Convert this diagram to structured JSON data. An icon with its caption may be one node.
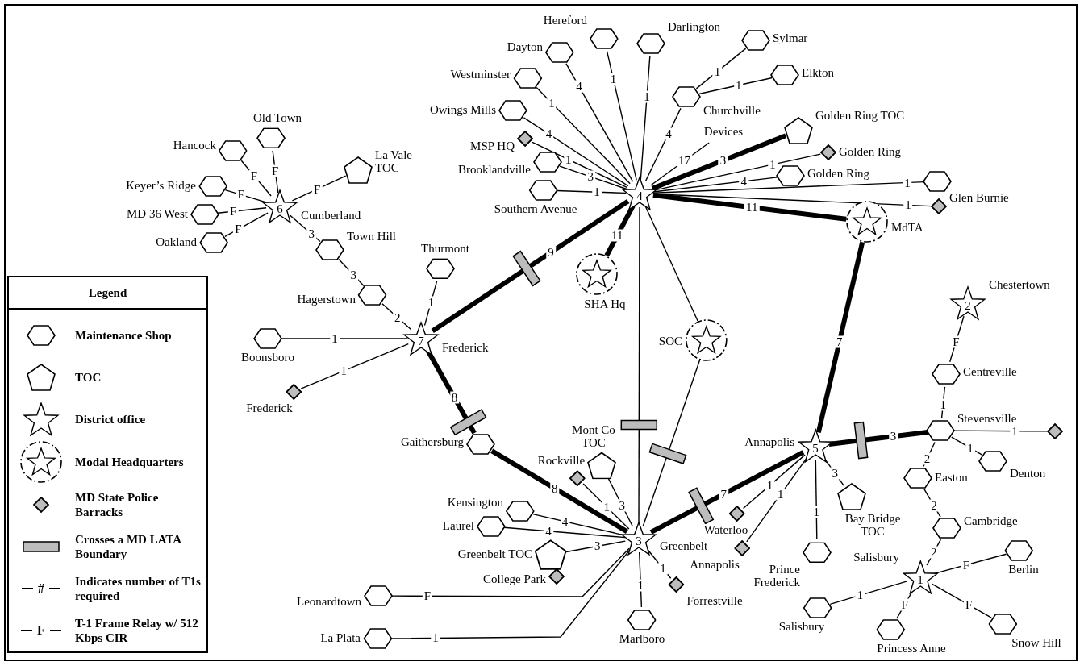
{
  "diagram": {
    "nodes": [
      {
        "text": [
          "Old Town"
        ]
      },
      {
        "text": [
          "Hancock"
        ]
      },
      {
        "text": [
          "Keyer’s Ridge"
        ]
      },
      {
        "text": [
          "MD 36 West"
        ]
      },
      {
        "text": [
          "Oakland"
        ]
      },
      {
        "text": [
          "La Vale TOC"
        ]
      },
      {
        "text": [
          "6",
          "Cumberland"
        ]
      },
      {
        "text": [
          "Town Hill"
        ]
      },
      {
        "text": [
          "Hagerstown"
        ]
      },
      {
        "text": [
          "Thurmont"
        ]
      },
      {
        "text": [
          "Boonsboro"
        ]
      },
      {
        "text": [
          "7",
          "Frederick"
        ]
      },
      {
        "text": [
          "Frederick"
        ]
      },
      {
        "text": [
          "Gaithersburg"
        ]
      },
      {
        "text": [
          "Hereford"
        ]
      },
      {
        "text": [
          "Darlington"
        ]
      },
      {
        "text": [
          "Dayton"
        ]
      },
      {
        "text": [
          "Westminster"
        ]
      },
      {
        "text": [
          "Owings Mills"
        ]
      },
      {
        "text": [
          "MSP HQ"
        ]
      },
      {
        "text": [
          "Brooklandville"
        ]
      },
      {
        "text": [
          "Southern Avenue"
        ]
      },
      {
        "text": [
          "Sylmar"
        ]
      },
      {
        "text": [
          "Elkton"
        ]
      },
      {
        "text": [
          "Churchville"
        ]
      },
      {
        "text": [
          "Devices"
        ]
      },
      {
        "text": [
          "4"
        ]
      },
      {
        "text": [
          "Golden Ring TOC"
        ]
      },
      {
        "text": [
          "Golden Ring"
        ]
      },
      {
        "text": [
          "Golden Ring"
        ]
      },
      {
        "text": [],
        "shape": "hexagon"
      },
      {
        "text": [
          "Glen Burnie"
        ]
      },
      {
        "text": [
          "MdTA"
        ]
      },
      {
        "text": [
          "SHA Hq"
        ]
      },
      {
        "text": [
          "SOC"
        ]
      },
      {
        "text": [
          "2",
          "Chestertown"
        ]
      },
      {
        "text": [
          "Centreville"
        ]
      },
      {
        "text": [
          "5",
          "Annapolis"
        ]
      },
      {
        "text": [
          "Stevensville"
        ]
      },
      {
        "text": [],
        "shape": "diamond"
      },
      {
        "text": [
          "Denton"
        ]
      },
      {
        "text": [
          "Mont Co TOC"
        ]
      },
      {
        "text": [
          "Rockville"
        ]
      },
      {
        "text": [
          "Kensington"
        ]
      },
      {
        "text": [
          "Laurel"
        ]
      },
      {
        "text": [
          "Greenbelt TOC"
        ]
      },
      {
        "text": [
          "College Park"
        ]
      },
      {
        "text": [
          "3",
          "Greenbelt"
        ]
      },
      {
        "text": [
          "Easton"
        ]
      },
      {
        "text": [
          "Waterloo"
        ]
      },
      {
        "text": [
          "Annapolis"
        ]
      },
      {
        "text": [
          "Prince Frederick"
        ]
      },
      {
        "text": [
          "Bay Bridge TOC"
        ]
      },
      {
        "text": [
          "Cambridge"
        ]
      },
      {
        "text": [
          "1",
          "Salisbury"
        ]
      },
      {
        "text": [
          "Berlin"
        ]
      },
      {
        "text": [
          "Leonardtown"
        ]
      },
      {
        "text": [
          "Marlboro"
        ]
      },
      {
        "text": [
          "Forrestville"
        ]
      },
      {
        "text": [
          "Salisbury"
        ]
      },
      {
        "text": [
          "Princess Anne"
        ]
      },
      {
        "text": [
          "Snow Hill"
        ]
      },
      {
        "text": [
          "La Plata"
        ]
      }
    ],
    "edges": [
      {
        "from": 0,
        "to": 6,
        "arrow": "none",
        "label": "F"
      },
      {
        "from": 1,
        "to": 6,
        "arrow": "none",
        "label": "F"
      },
      {
        "from": 2,
        "to": 6,
        "arrow": "none",
        "label": "F"
      },
      {
        "from": 3,
        "to": 6,
        "arrow": "none",
        "label": "F"
      },
      {
        "from": 4,
        "to": 6,
        "arrow": "none",
        "label": "F"
      },
      {
        "from": 5,
        "to": 6,
        "arrow": "none",
        "label": "F"
      },
      {
        "from": 6,
        "to": 7,
        "arrow": "none",
        "label": "3"
      },
      {
        "from": 7,
        "to": 8,
        "arrow": "none",
        "label": "3"
      },
      {
        "from": 8,
        "to": 11,
        "arrow": "none",
        "label": "2"
      },
      {
        "from": 9,
        "to": 11,
        "arrow": "none",
        "label": "1"
      },
      {
        "from": 10,
        "to": 11,
        "arrow": "none",
        "label": "1"
      },
      {
        "from": 12,
        "to": 11,
        "arrow": "none",
        "label": "1"
      },
      {
        "from": 11,
        "to": 26,
        "arrow": "none",
        "label": "9",
        "style": "thick"
      },
      {
        "from": 11,
        "to": 13,
        "arrow": "none",
        "label": "8",
        "style": "thick"
      },
      {
        "from": 13,
        "to": 47,
        "arrow": "none",
        "label": "8",
        "style": "thick"
      },
      {
        "from": 14,
        "to": 26,
        "arrow": "none",
        "label": "1"
      },
      {
        "from": 15,
        "to": 26,
        "arrow": "none",
        "label": "1"
      },
      {
        "from": 16,
        "to": 26,
        "arrow": "none",
        "label": "4"
      },
      {
        "from": 17,
        "to": 26,
        "arrow": "none",
        "label": "1"
      },
      {
        "from": 18,
        "to": 26,
        "arrow": "none",
        "label": "4"
      },
      {
        "from": 19,
        "to": 26,
        "arrow": "none",
        "label": "1"
      },
      {
        "from": 20,
        "to": 26,
        "arrow": "none",
        "label": "3"
      },
      {
        "from": 21,
        "to": 26,
        "arrow": "none",
        "label": "1"
      },
      {
        "from": 26,
        "to": 24,
        "arrow": "none",
        "label": "4"
      },
      {
        "from": 24,
        "to": 22,
        "arrow": "none",
        "label": "1"
      },
      {
        "from": 24,
        "to": 23,
        "arrow": "none",
        "label": "1"
      },
      {
        "from": 26,
        "to": 25,
        "arrow": "none",
        "label": "17"
      },
      {
        "from": 26,
        "to": 27,
        "arrow": "none",
        "label": "3",
        "style": "thick"
      },
      {
        "from": 26,
        "to": 28,
        "arrow": "none",
        "label": "1"
      },
      {
        "from": 26,
        "to": 29,
        "arrow": "none",
        "label": "4"
      },
      {
        "from": 26,
        "to": 30,
        "arrow": "none",
        "label": "1"
      },
      {
        "from": 26,
        "to": 31,
        "arrow": "none",
        "label": "1"
      },
      {
        "from": 26,
        "to": 32,
        "arrow": "none",
        "label": "11",
        "style": "thick"
      },
      {
        "from": 26,
        "to": 33,
        "arrow": "none",
        "label": "11",
        "style": "thick"
      },
      {
        "from": 26,
        "to": 34,
        "arrow": "none"
      },
      {
        "from": 26,
        "to": 47,
        "arrow": "none"
      },
      {
        "from": 34,
        "to": 47,
        "arrow": "none"
      },
      {
        "from": 32,
        "to": 37,
        "arrow": "none",
        "label": "7",
        "style": "thick"
      },
      {
        "from": 35,
        "to": 36,
        "arrow": "none",
        "label": "F"
      },
      {
        "from": 36,
        "to": 38,
        "arrow": "none",
        "label": "1"
      },
      {
        "from": 37,
        "to": 38,
        "arrow": "none",
        "label": "3",
        "style": "thick"
      },
      {
        "from": 38,
        "to": 39,
        "arrow": "none",
        "label": "1"
      },
      {
        "from": 38,
        "to": 40,
        "arrow": "none",
        "label": "1"
      },
      {
        "from": 38,
        "to": 48,
        "arrow": "none",
        "label": "2"
      },
      {
        "from": 48,
        "to": 53,
        "arrow": "none",
        "label": "2"
      },
      {
        "from": 53,
        "to": 54,
        "arrow": "none",
        "label": "2"
      },
      {
        "from": 41,
        "to": 47,
        "arrow": "none",
        "label": "3"
      },
      {
        "from": 42,
        "to": 47,
        "arrow": "none",
        "label": "1"
      },
      {
        "from": 43,
        "to": 47,
        "arrow": "none",
        "label": "4"
      },
      {
        "from": 44,
        "to": 47,
        "arrow": "none",
        "label": "4"
      },
      {
        "from": 45,
        "to": 47,
        "arrow": "none",
        "label": "3"
      },
      {
        "from": 47,
        "to": 37,
        "arrow": "none",
        "label": "7",
        "style": "thick"
      },
      {
        "from": 49,
        "to": 37,
        "arrow": "none",
        "label": "1"
      },
      {
        "from": 50,
        "to": 37,
        "arrow": "none",
        "label": "1"
      },
      {
        "from": 51,
        "to": 37,
        "arrow": "none",
        "label": "1"
      },
      {
        "from": 52,
        "to": 37,
        "arrow": "none",
        "label": "3"
      },
      {
        "from": 54,
        "to": 55,
        "arrow": "none",
        "label": "F"
      },
      {
        "from": 54,
        "to": 59,
        "arrow": "none",
        "label": "1"
      },
      {
        "from": 54,
        "to": 60,
        "arrow": "none",
        "label": "F"
      },
      {
        "from": 54,
        "to": 61,
        "arrow": "none",
        "label": "F"
      },
      {
        "from": 56,
        "to": 47,
        "arrow": "none",
        "label": "F"
      },
      {
        "from": 57,
        "to": 47,
        "arrow": "none",
        "label": "1"
      },
      {
        "from": 58,
        "to": 47,
        "arrow": "none",
        "label": "1"
      },
      {
        "from": 62,
        "to": 47,
        "arrow": "none",
        "label": "1"
      }
    ],
    "labels": [
      "Legend",
      "#",
      "F"
    ],
    "legend": [
      {
        "text": "Maintenance Shop"
      },
      {
        "text": "TOC"
      },
      {
        "text": "District office"
      },
      {
        "text": "Modal Headquarters"
      },
      {
        "text": "MD State Police Barracks"
      },
      {
        "text": "Crosses a MD LATA Boundary"
      },
      {
        "text": "Indicates number of T1s required"
      },
      {
        "text": "T-1 Frame Relay w/ 512 Kbps CIR"
      }
    ]
  }
}
